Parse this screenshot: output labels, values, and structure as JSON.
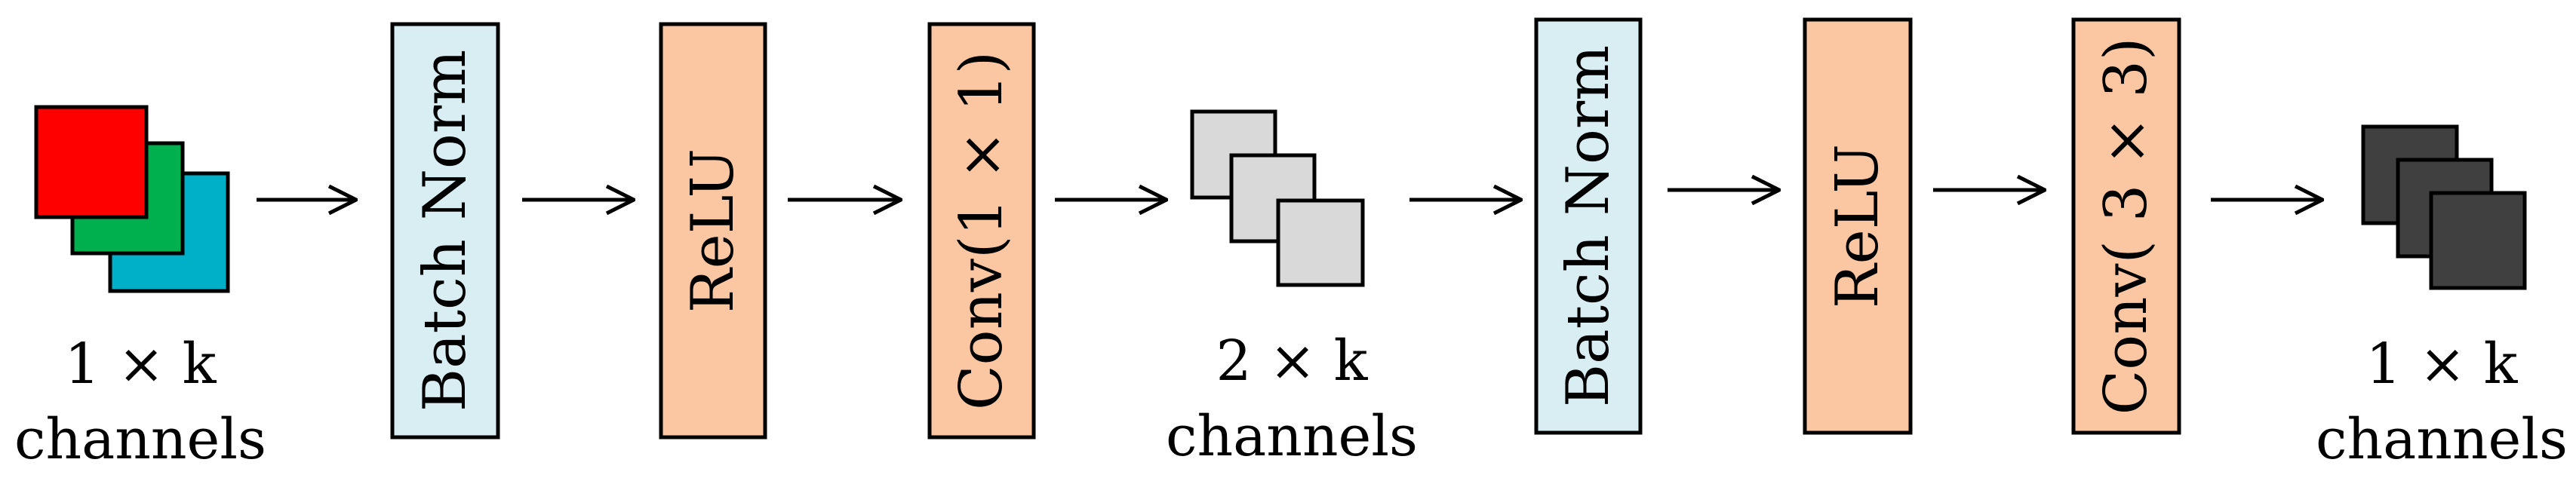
{
  "colors": {
    "batch_norm_fill": "#d9eef3",
    "relu_fill": "#fbc7a3",
    "conv_fill": "#fbc7a3",
    "stroke": "#000000",
    "input_red": "#ff0000",
    "input_green": "#00b04f",
    "input_cyan": "#00b0c8",
    "mid_gray": "#d9d9d9",
    "output_dark": "#404040"
  },
  "input_stack": {
    "line1": "1 × k",
    "line2": "channels"
  },
  "middle_stack": {
    "line1": "2 × k",
    "line2": "channels"
  },
  "output_stack": {
    "line1": "1 × k",
    "line2": "channels"
  },
  "blocks": [
    {
      "label": "Batch Norm",
      "kind": "batchnorm"
    },
    {
      "label": "ReLU",
      "kind": "relu"
    },
    {
      "label": "Conv(1 × 1)",
      "kind": "conv"
    },
    {
      "label": "Batch Norm",
      "kind": "batchnorm"
    },
    {
      "label": "ReLU",
      "kind": "relu"
    },
    {
      "label": "Conv( 3 × 3)",
      "kind": "conv"
    }
  ]
}
